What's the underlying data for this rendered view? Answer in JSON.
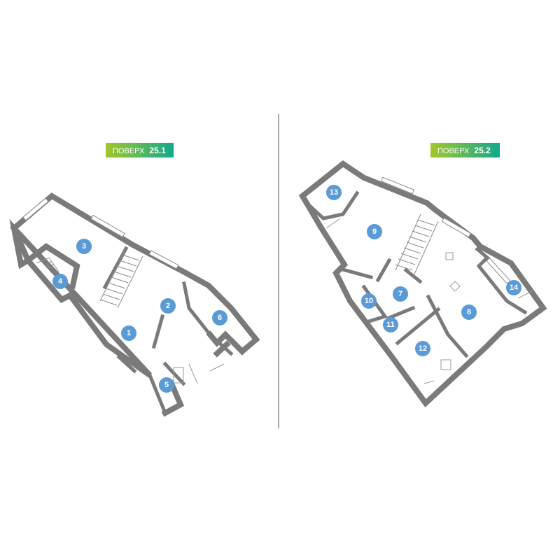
{
  "floors": [
    {
      "label_text": "ПОВЕРХ",
      "label_number": "25.1",
      "rooms": [
        {
          "id": "room-1",
          "number": "1"
        },
        {
          "id": "room-2",
          "number": "2"
        },
        {
          "id": "room-3",
          "number": "3"
        },
        {
          "id": "room-4",
          "number": "4"
        },
        {
          "id": "room-5",
          "number": "5"
        },
        {
          "id": "room-6",
          "number": "6"
        }
      ]
    },
    {
      "label_text": "ПОВЕРХ",
      "label_number": "25.2",
      "rooms": [
        {
          "id": "room-7",
          "number": "7"
        },
        {
          "id": "room-8",
          "number": "8"
        },
        {
          "id": "room-9",
          "number": "9"
        },
        {
          "id": "room-10",
          "number": "10"
        },
        {
          "id": "room-11",
          "number": "11"
        },
        {
          "id": "room-12",
          "number": "12"
        },
        {
          "id": "room-13",
          "number": "13"
        },
        {
          "id": "room-14",
          "number": "14"
        }
      ]
    }
  ],
  "colors": {
    "wall": "#7a7a7a",
    "room_marker": "#5b9bd5",
    "badge_gradient_start": "#a2c72a",
    "badge_gradient_end": "#11a98c",
    "divider": "#555555"
  }
}
